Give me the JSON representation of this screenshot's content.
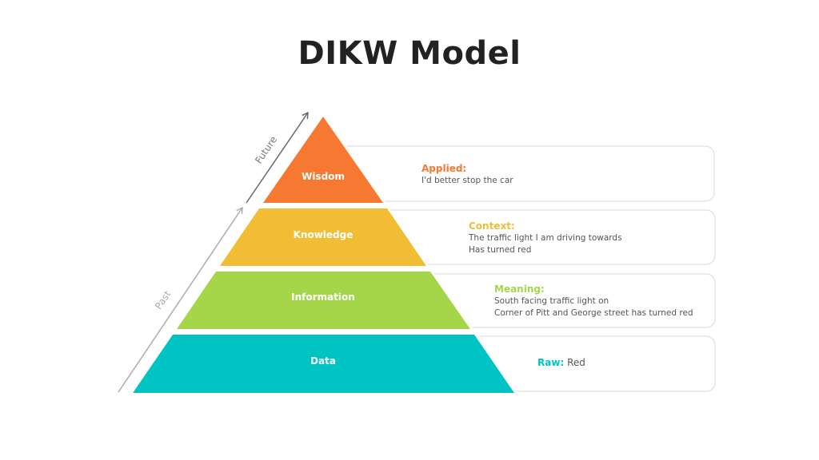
{
  "title": "DIKW Model",
  "axis": {
    "future": "Future",
    "past": "Past"
  },
  "tiers": [
    {
      "label": "Wisdom",
      "color": "#f77830",
      "head": "Applied:",
      "lines": [
        "I'd better stop the car"
      ]
    },
    {
      "label": "Knowledge",
      "color": "#f0bd35",
      "head": "Context:",
      "lines": [
        "The traffic light I am driving towards",
        "Has turned red"
      ]
    },
    {
      "label": "Information",
      "color": "#a5d64a",
      "head": "Meaning:",
      "lines": [
        "South facing traffic light on",
        "Corner of Pitt and George street has turned red"
      ]
    },
    {
      "label": "Data",
      "color": "#00c4c4",
      "head": "Raw:",
      "inline": "Red"
    }
  ]
}
